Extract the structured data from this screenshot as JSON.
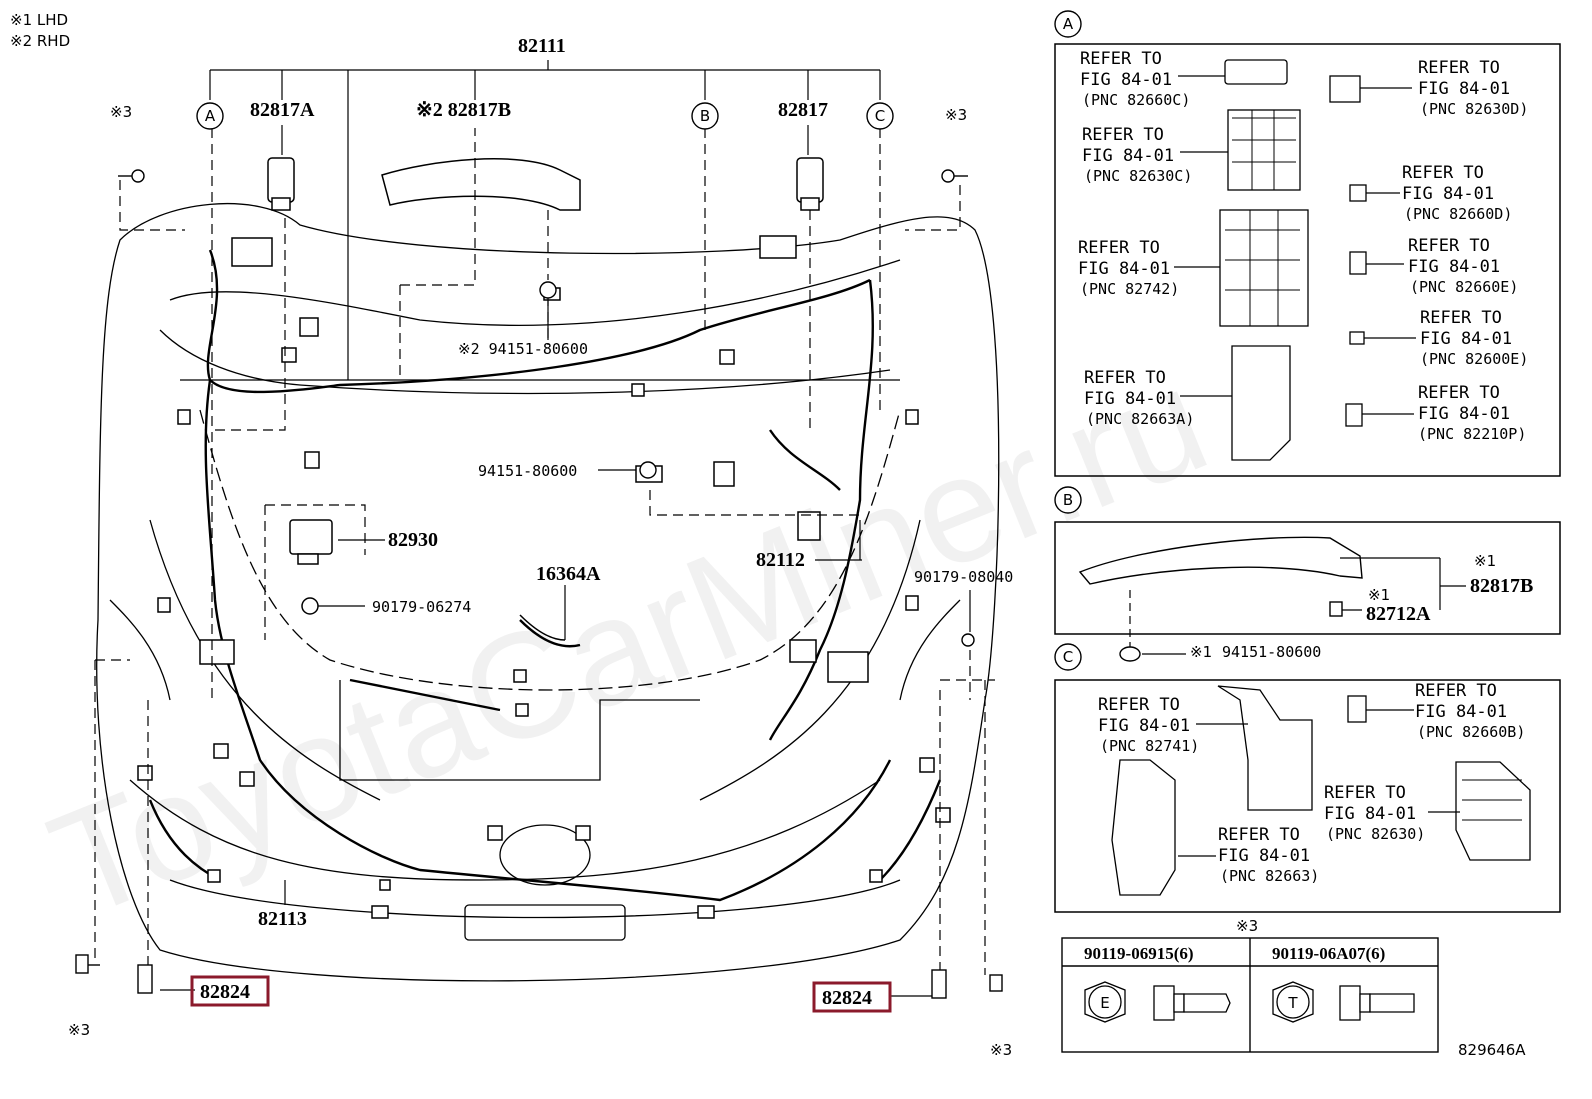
{
  "legend": {
    "lhd": "※1 LHD",
    "rhd": "※2 RHD"
  },
  "watermark": "ToyotaCarMiner.ru",
  "main": {
    "labels": {
      "p82111": "82111",
      "p82817a": "82817A",
      "p82817b": "※2 82817B",
      "p82817": "82817",
      "p94151_top": "※2 94151-80600",
      "p94151_mid": "94151-80600",
      "p82930": "82930",
      "p90179_06274": "90179-06274",
      "p16364a": "16364A",
      "p82112": "82112",
      "p90179_08040": "90179-08040",
      "p82113": "82113",
      "p82824_left": "82824",
      "p82824_right": "82824",
      "note3": "※3",
      "circle_a": "A",
      "circle_b": "B",
      "circle_c": "C"
    }
  },
  "detail_a": {
    "title": "A",
    "refs": [
      {
        "refer": "REFER TO",
        "fig": "FIG 84-01",
        "pnc": "(PNC 82660C)"
      },
      {
        "refer": "REFER TO",
        "fig": "FIG 84-01",
        "pnc": "(PNC 82630D)"
      },
      {
        "refer": "REFER TO",
        "fig": "FIG 84-01",
        "pnc": "(PNC 82630C)"
      },
      {
        "refer": "REFER TO",
        "fig": "FIG 84-01",
        "pnc": "(PNC 82660D)"
      },
      {
        "refer": "REFER TO",
        "fig": "FIG 84-01",
        "pnc": "(PNC 82742)"
      },
      {
        "refer": "REFER TO",
        "fig": "FIG 84-01",
        "pnc": "(PNC 82660E)"
      },
      {
        "refer": "REFER TO",
        "fig": "FIG 84-01",
        "pnc": "(PNC 82600E)"
      },
      {
        "refer": "REFER TO",
        "fig": "FIG 84-01",
        "pnc": "(PNC 82663A)"
      },
      {
        "refer": "REFER TO",
        "fig": "FIG 84-01",
        "pnc": "(PNC 82210P)"
      }
    ]
  },
  "detail_b": {
    "title": "B",
    "p82817b": "82817B",
    "p82712a": "82712A",
    "p94151": "94151-80600",
    "note1": "※1"
  },
  "detail_c": {
    "title": "C",
    "refs": [
      {
        "refer": "REFER TO",
        "fig": "FIG 84-01",
        "pnc": "(PNC 82741)"
      },
      {
        "refer": "REFER TO",
        "fig": "FIG 84-01",
        "pnc": "(PNC 82660B)"
      },
      {
        "refer": "REFER TO",
        "fig": "FIG 84-01",
        "pnc": "(PNC 82630)"
      },
      {
        "refer": "REFER TO",
        "fig": "FIG 84-01",
        "pnc": "(PNC 82663)"
      }
    ]
  },
  "bolts": {
    "note": "※3",
    "left_pn": "90119-06915(6)",
    "right_pn": "90119-06A07(6)",
    "left_mark": "E",
    "right_mark": "T"
  },
  "figure_id": "829646A",
  "colors": {
    "highlight": "#8b1a2b",
    "line": "#000000"
  }
}
